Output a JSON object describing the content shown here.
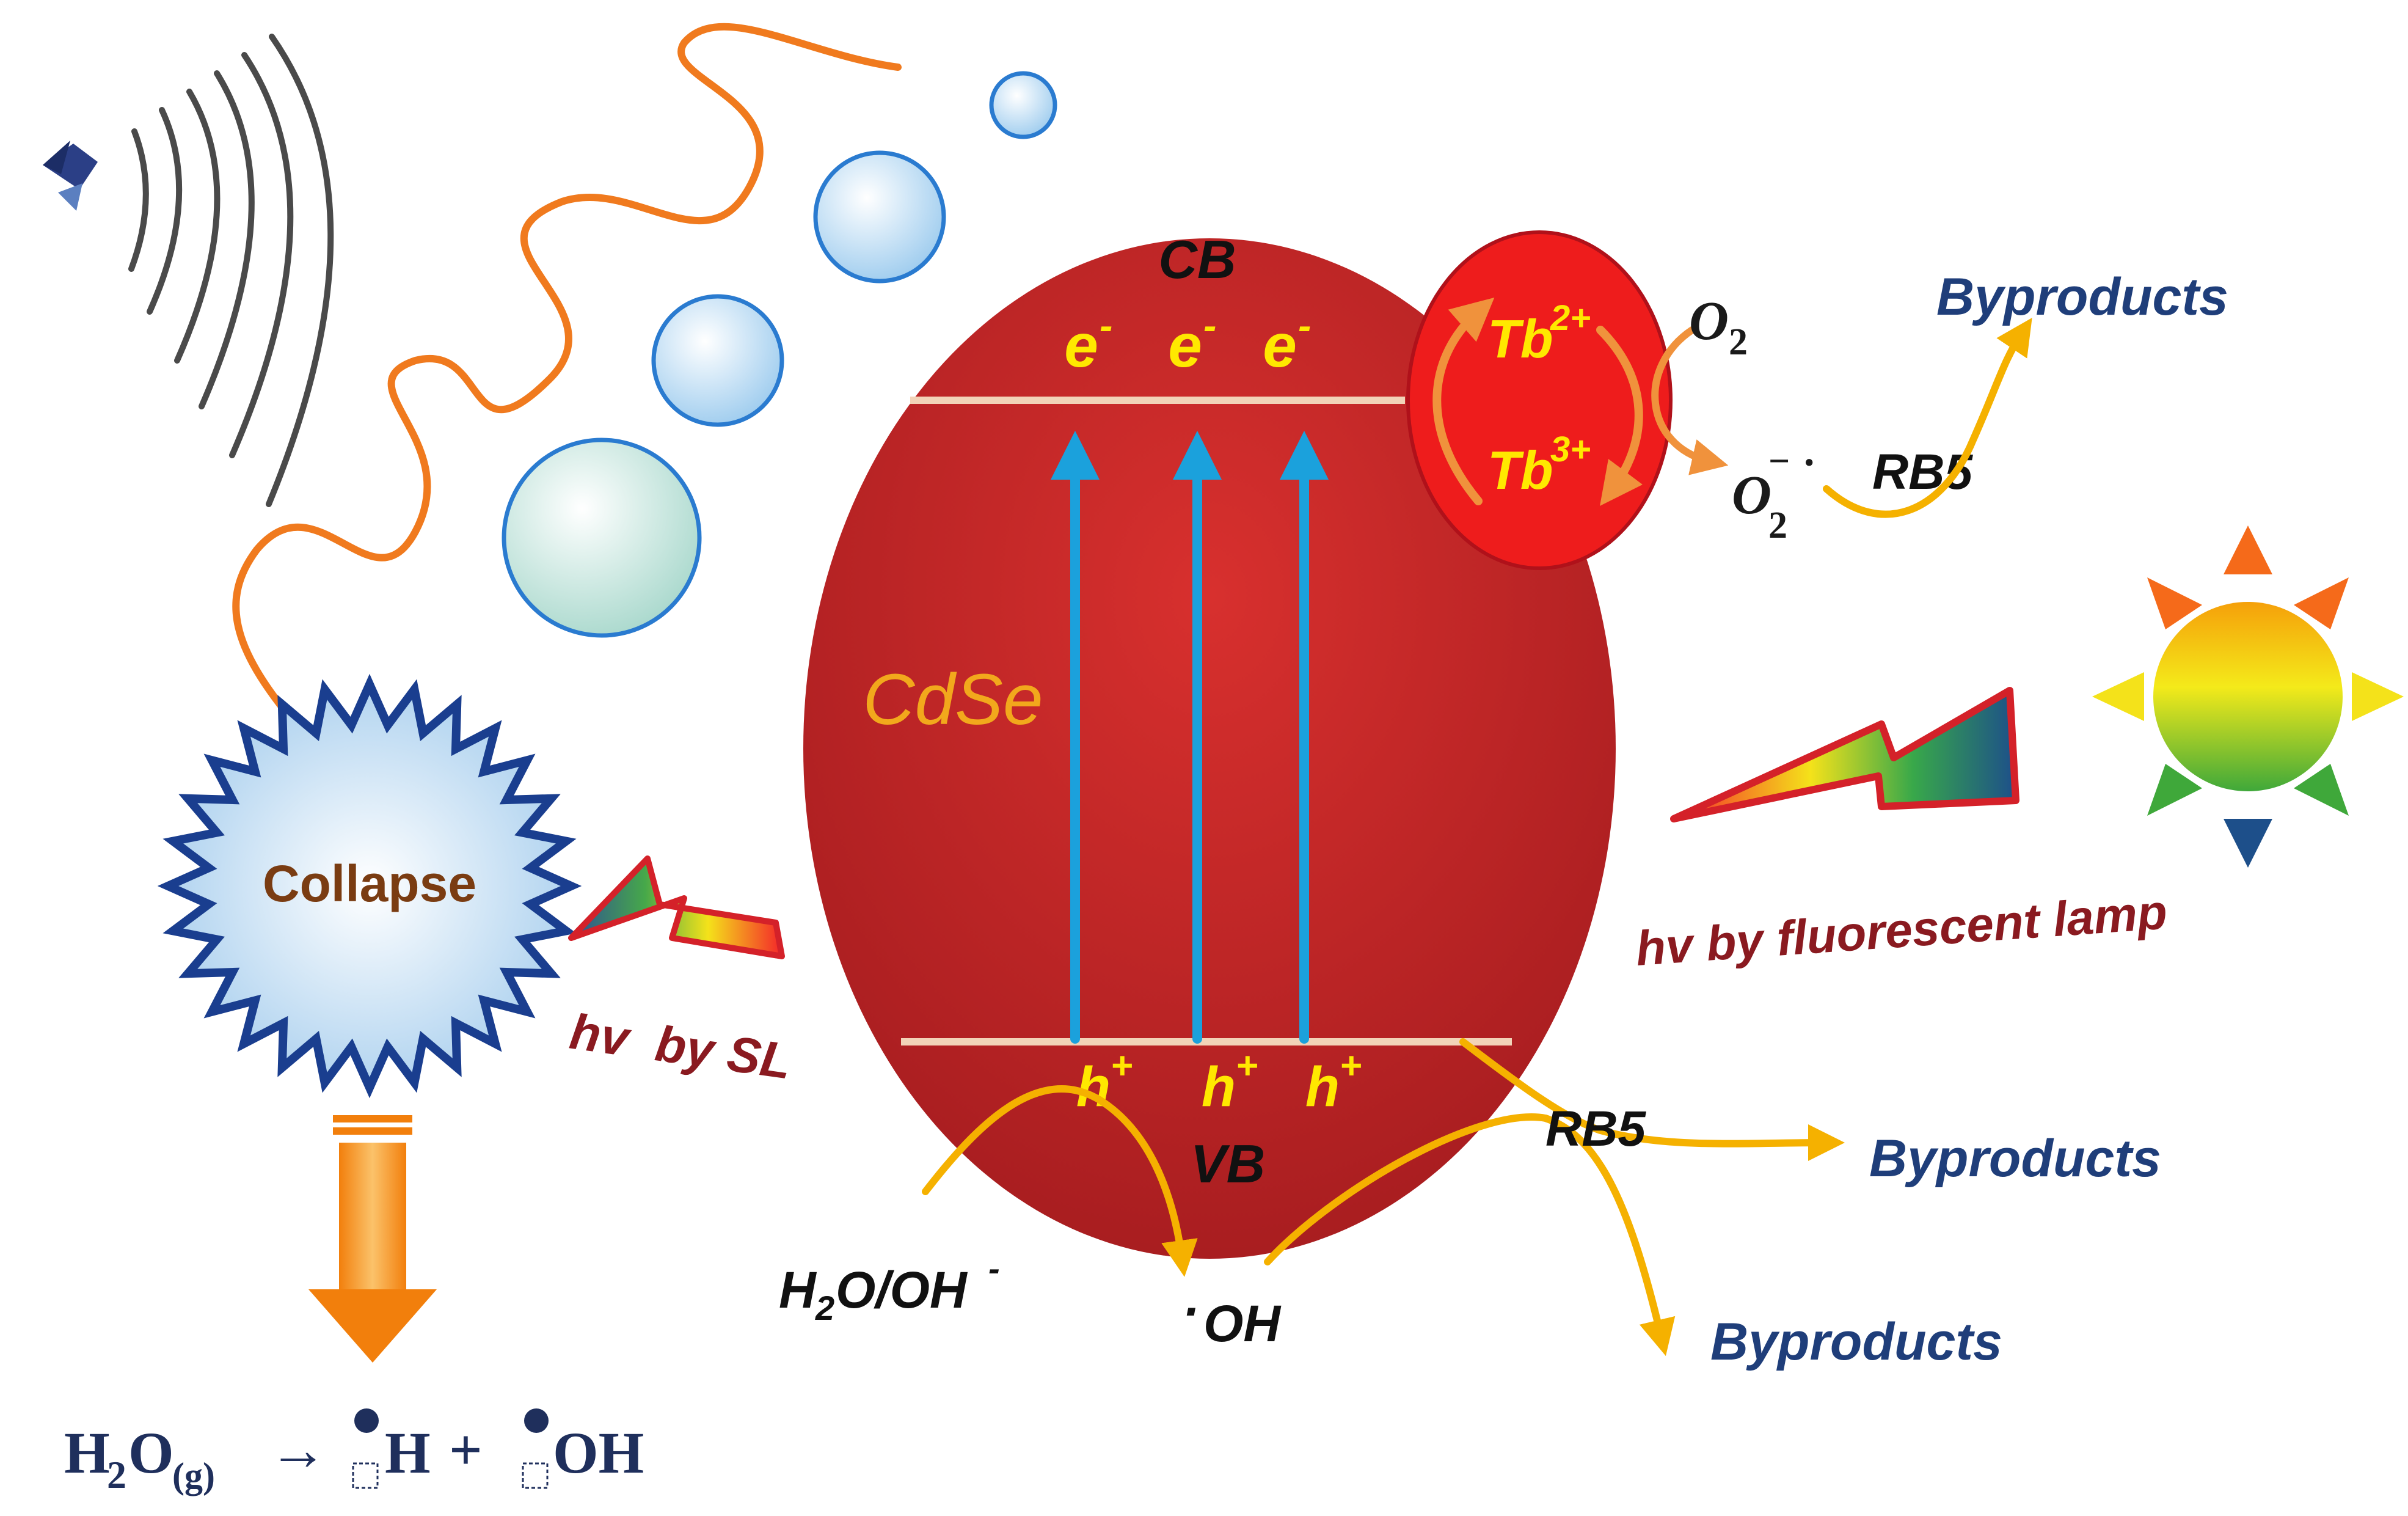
{
  "labels": {
    "cb": "CB",
    "vb": "VB",
    "material": "CdSe",
    "electron": "e",
    "electron_sup": "-",
    "hole": "h",
    "hole_sup": "+",
    "tb2_base": "Tb",
    "tb2_sup": "2+",
    "tb3_base": "Tb",
    "tb3_sup": "3+",
    "o2_base": "O",
    "o2_sub": "2",
    "superoxide_base": "O",
    "superoxide_sub": "2",
    "superoxide_sup": "−",
    "superoxide_dot": "·",
    "rb5_top": "RB5",
    "rb5_bottom": "RB5",
    "byproducts_top": "Byproducts",
    "byproducts_mid": "Byproducts",
    "byproducts_bottom": "Byproducts",
    "water": "H",
    "water_sub": "2",
    "water_rest": "O/OH",
    "water_sup": "-",
    "oh_dot": "·",
    "oh": "OH",
    "collapse": "Collapse",
    "hv_sl": "hv  by SL",
    "hv_lamp": "hv by fluorescent lamp",
    "eq_h2o": "H",
    "eq_h2o_sub1": "2",
    "eq_o": "O",
    "eq_g": "(g)",
    "eq_arrow": "→",
    "eq_h": "H",
    "eq_plus": "+",
    "eq_oh": "OH"
  },
  "colors": {
    "ellipse": "#c8282a",
    "tb_circle": "#ee1c1c",
    "band_line": "#f2d3b8",
    "arrow_blue": "#1ba1dc",
    "arrow_yellow": "#f5b100",
    "wave_orange": "#f07a1e",
    "byproduct_blue": "#1f3e7a",
    "charge_yellow": "#ffe800",
    "material_text": "#f2a81c",
    "hv_text": "#8a1a20",
    "star_border": "#1a3e8f",
    "collapse_text": "#7a3c12"
  },
  "icons": [
    "speaker-icon",
    "sound-wave-icon",
    "bubble-icon",
    "sun-icon",
    "lightning-icon",
    "down-arrow-icon"
  ]
}
